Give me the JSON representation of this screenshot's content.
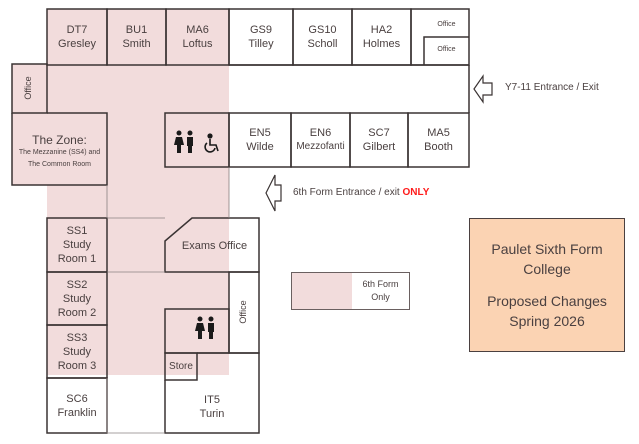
{
  "map": {
    "legend_color": "#f2dcdc",
    "title_bg": "#fbd3b3",
    "rooms": {
      "dt7": {
        "code": "DT7",
        "name": "Gresley"
      },
      "bu1": {
        "code": "BU1",
        "name": "Smith"
      },
      "ma6": {
        "code": "MA6",
        "name": "Loftus"
      },
      "gs9": {
        "code": "GS9",
        "name": "Tilley"
      },
      "gs10": {
        "code": "GS10",
        "name": "Scholl"
      },
      "ha2": {
        "code": "HA2",
        "name": "Holmes"
      },
      "office_top1": "Office",
      "office_top2": "Office",
      "office_left": "Office",
      "zone_title": "The Zone:",
      "zone_sub1": "The Mezzanine (SS4) and",
      "zone_sub2": "The Common Room",
      "en5": {
        "code": "EN5",
        "name": "Wilde"
      },
      "en6": {
        "code": "EN6",
        "name": "Mezzofanti"
      },
      "sc7": {
        "code": "SC7",
        "name": "Gilbert"
      },
      "ma5": {
        "code": "MA5",
        "name": "Booth"
      },
      "ss1": {
        "code": "SS1",
        "l2": "Study",
        "l3": "Room 1"
      },
      "ss2": {
        "code": "SS2",
        "l2": "Study",
        "l3": "Room 2"
      },
      "ss3": {
        "code": "SS3",
        "l2": "Study",
        "l3": "Room 3"
      },
      "sc6": {
        "code": "SC6",
        "name": "Franklin"
      },
      "exams_office": "Exams Office",
      "office_mid": "Office",
      "store": "Store",
      "it5": {
        "code": "IT5",
        "name": "Turin"
      }
    },
    "entrances": {
      "y7_11": "Y7-11 Entrance / Exit",
      "sixth_form": "6th Form Entrance / exit",
      "sixth_form_only": "ONLY"
    },
    "legend": {
      "line1": "6th Form",
      "line2": "Only"
    },
    "title": {
      "line1": "Paulet Sixth Form",
      "line2": "College",
      "line3": "Proposed Changes",
      "line4": "Spring 2026"
    },
    "icons": [
      "toilets-icon",
      "accessible-toilet-icon",
      "toilets-icon"
    ]
  }
}
